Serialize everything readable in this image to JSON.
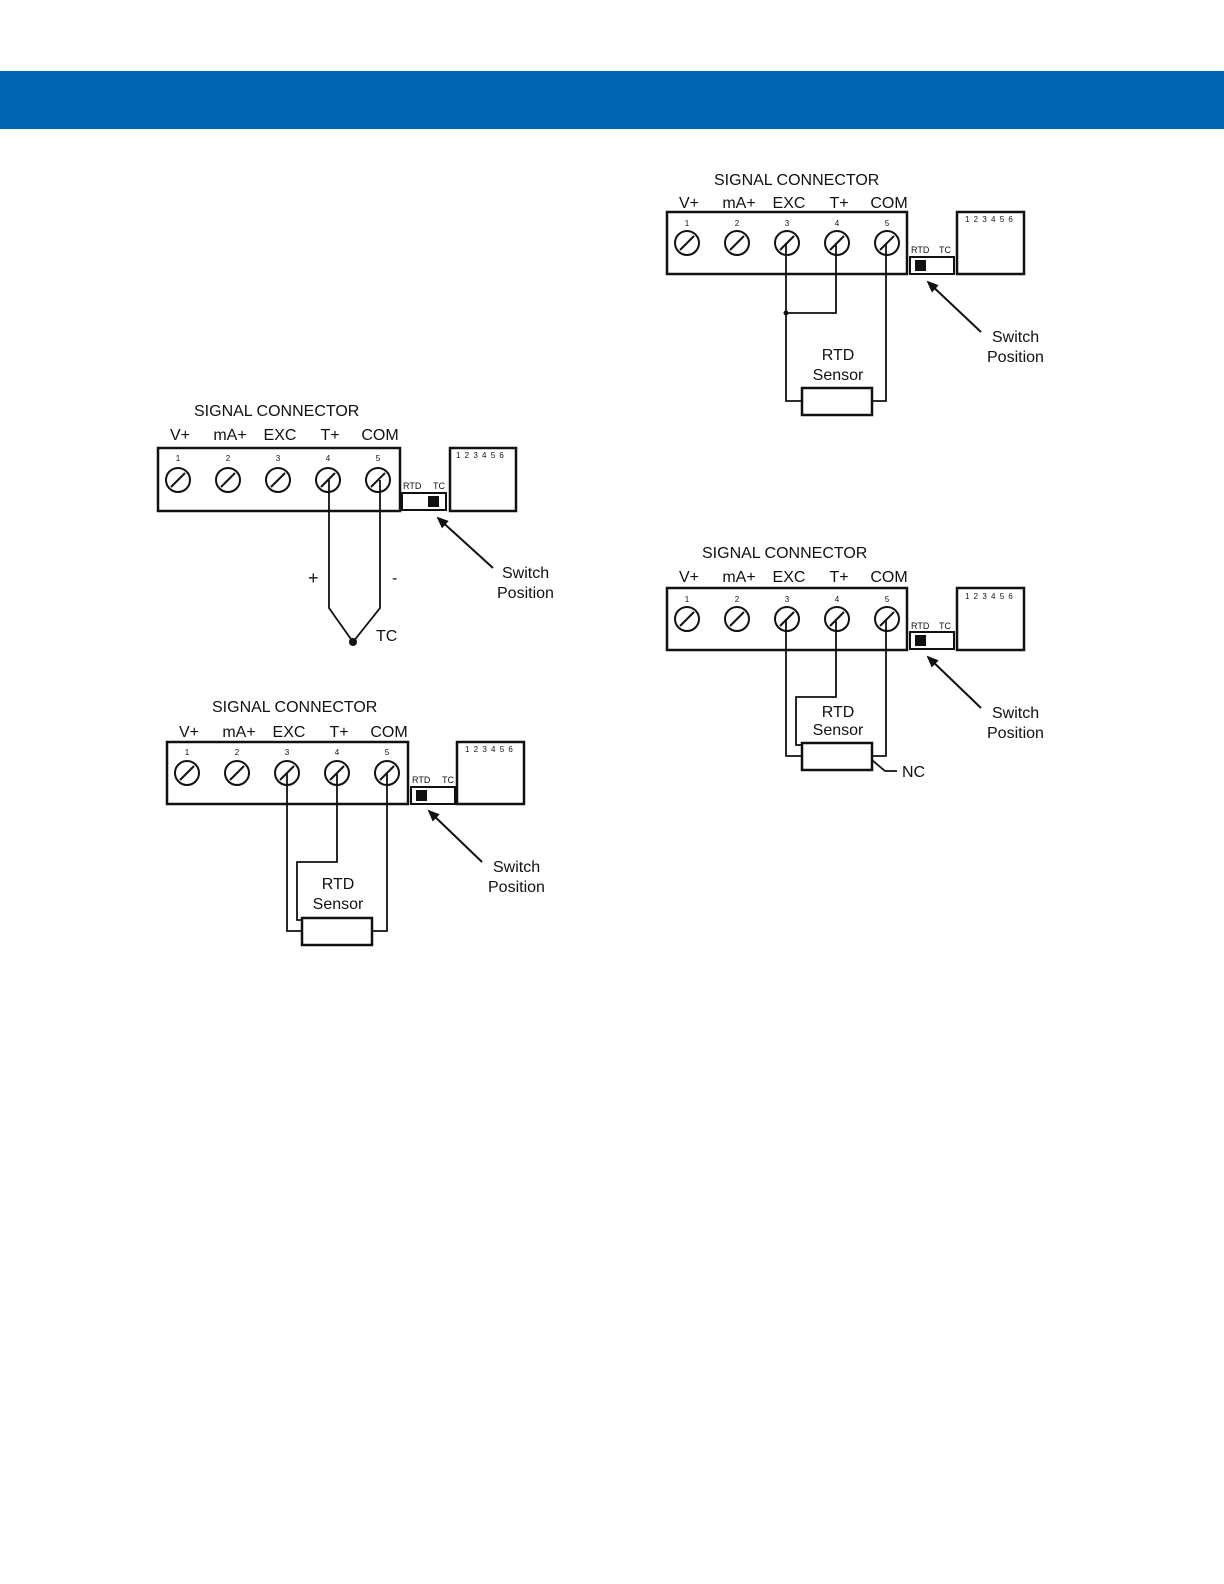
{
  "colors": {
    "header_bar": "#0066b3",
    "ink": "#111111"
  },
  "terminal_labels": [
    "V+",
    "mA+",
    "EXC",
    "T+",
    "COM"
  ],
  "terminal_numbers": [
    "1",
    "2",
    "3",
    "4",
    "5"
  ],
  "dip_numbers": "1 2 3 4 5 6",
  "diagrams": {
    "tc": {
      "title": "SIGNAL CONNECTOR",
      "switch_rtd": "RTD",
      "switch_tc": "TC",
      "switch_setting": "TC",
      "arrow_line1": "Switch",
      "arrow_line2": "Position",
      "plus": "+",
      "minus": "-",
      "tc_label": "TC"
    },
    "rtd3_left": {
      "title": "SIGNAL CONNECTOR",
      "switch_rtd": "RTD",
      "switch_tc": "TC",
      "switch_setting": "RTD",
      "arrow_line1": "Switch",
      "arrow_line2": "Position",
      "sensor_line1": "RTD",
      "sensor_line2": "Sensor"
    },
    "rtd2_right": {
      "title": "SIGNAL CONNECTOR",
      "switch_rtd": "RTD",
      "switch_tc": "TC",
      "switch_setting": "RTD",
      "arrow_line1": "Switch",
      "arrow_line2": "Position",
      "sensor_line1": "RTD",
      "sensor_line2": "Sensor"
    },
    "rtd3_right": {
      "title": "SIGNAL CONNECTOR",
      "switch_rtd": "RTD",
      "switch_tc": "TC",
      "switch_setting": "RTD",
      "arrow_line1": "Switch",
      "arrow_line2": "Position",
      "sensor_line1": "RTD",
      "sensor_line2": "Sensor",
      "nc_label": "NC"
    }
  }
}
